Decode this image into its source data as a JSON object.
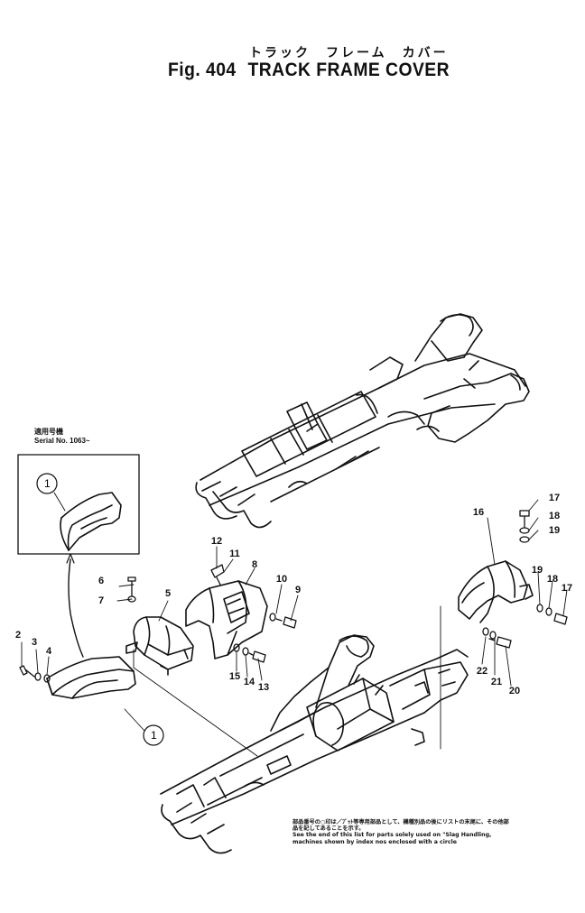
{
  "title": {
    "japanese": "トラック　フレーム　カバー",
    "fig": "Fig. 404",
    "name": "TRACK FRAME COVER"
  },
  "serial": {
    "japanese": "適用号機",
    "label": "Serial No. 1063~"
  },
  "circled_item": "1",
  "callouts": [
    "2",
    "3",
    "4",
    "5",
    "6",
    "7",
    "8",
    "9",
    "10",
    "11",
    "12",
    "13",
    "14",
    "15",
    "16",
    "17",
    "18",
    "19",
    "19",
    "18",
    "17",
    "20",
    "21",
    "22"
  ],
  "note": {
    "japanese_1": "部品番号の○印は／ﾌﾟｯﾄ等専用部品として、機種別品の後にリストの末尾に、その他部",
    "japanese_2": "品を記してあることを示す。",
    "english_1": "See the end of this list for parts solely used on \"Slag Handling,",
    "english_2": "machines shown by index nos enclosed with a circle"
  }
}
